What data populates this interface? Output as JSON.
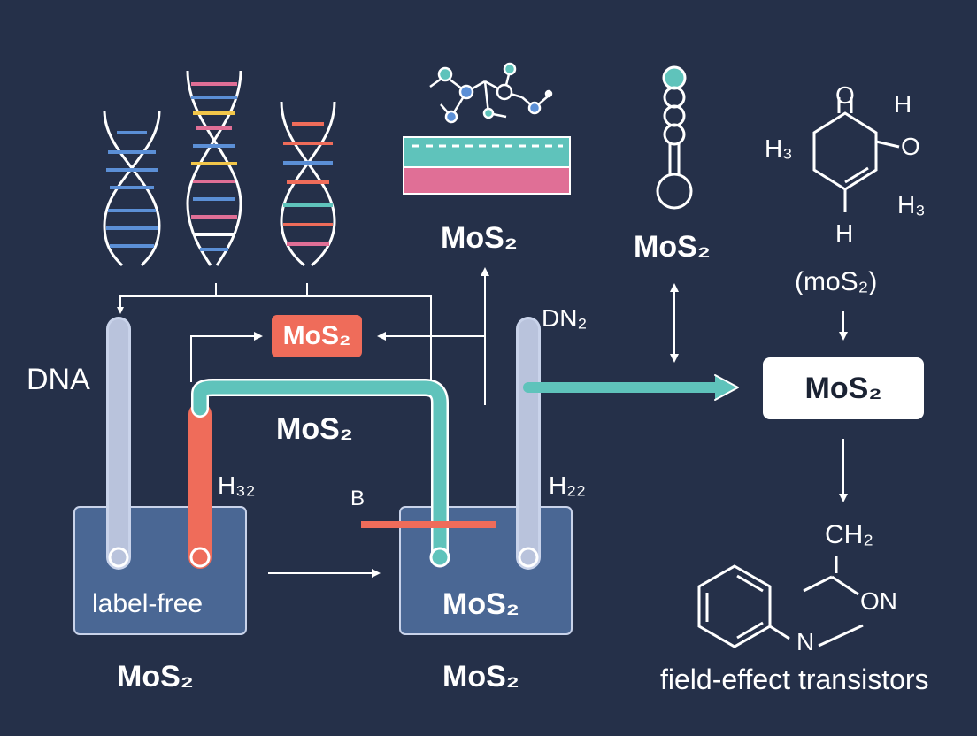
{
  "colors": {
    "background": "#253049",
    "line": "#ffffff",
    "teal": "#5fc3bb",
    "salmon": "#ef6c5a",
    "tube": "#b9c3dc",
    "beaker": "#4a6794",
    "pink": "#e06f96",
    "blue": "#5b8fd6",
    "yellow": "#f2c64a"
  },
  "labels": {
    "dna": "DNA",
    "dn2": "DN₂",
    "mos2_layer": "MoS₂",
    "mos2_probe": "MoS₂",
    "mos2_badge_red": "MoS₂",
    "mos2_mid": "MoS₂",
    "mos2_paren": "(moS₂)",
    "mos2_box": "MoS₂",
    "h32": "H₃₂",
    "h22": "H₂₂",
    "b": "B",
    "label_free": "label-free",
    "mos2_beaker2": "MoS₂",
    "mos2_bottom_left": "MoS₂",
    "mos2_bottom_mid": "MoS₂",
    "field_effect": "field-effect transistors"
  },
  "molecule_top": {
    "o": "O",
    "h_top": "H",
    "h3_left": "H₃",
    "o_right": "O",
    "h3_right": "H₃",
    "h_bottom": "H"
  },
  "molecule_bottom": {
    "ch2": "CH₂",
    "on": "ON",
    "n": "N"
  },
  "icons": [
    "dna-helix-icon",
    "dna-helix-icon",
    "dna-helix-icon",
    "molecule-chain-icon",
    "layer-stack-icon",
    "probe-icon"
  ]
}
